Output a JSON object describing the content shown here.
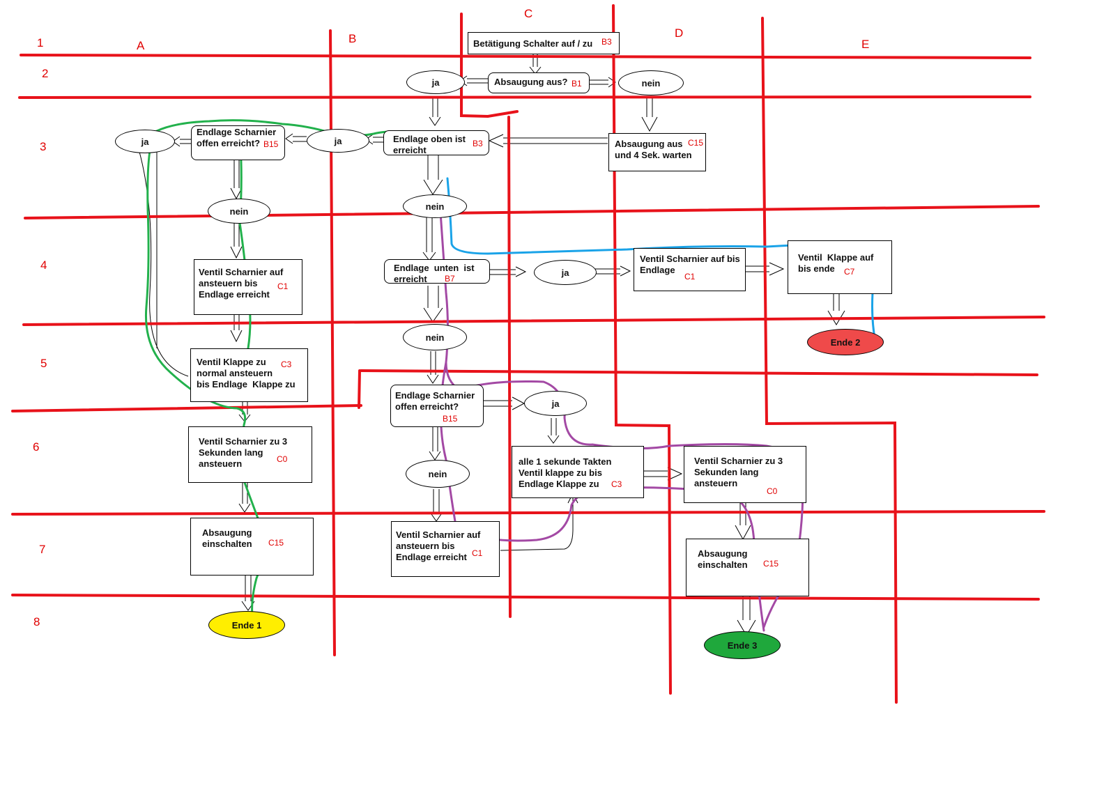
{
  "colors": {
    "grid": "#e8121a",
    "green_path": "#22b14c",
    "blue_path": "#1aa3e8",
    "purple_path": "#a349a4",
    "end1": "#ffee00",
    "end2": "#ef4a4a",
    "end3": "#1fa83c"
  },
  "rows": [
    "1",
    "2",
    "3",
    "4",
    "5",
    "6",
    "7",
    "8"
  ],
  "cols": [
    "A",
    "B",
    "C",
    "D",
    "E"
  ],
  "nodes": {
    "start": {
      "text": "Betätigung Schalter auf / zu",
      "code": "B3"
    },
    "absaug_q": {
      "text": "Absaugung aus?",
      "code": "B1"
    },
    "ja_top": {
      "text": "ja"
    },
    "nein_top": {
      "text": "nein"
    },
    "absaug_aus": {
      "text": "Absaugung aus\nund 4 Sek. warten",
      "code": "C15"
    },
    "endlage_oben": {
      "text": "Endlage oben ist\nerreicht",
      "code": "B3"
    },
    "ja_b3": {
      "text": "ja"
    },
    "scharnier_q_a": {
      "text": "Endlage Scharnier\noffen erreicht?",
      "code": "B15"
    },
    "ja_a3": {
      "text": "ja"
    },
    "nein_a3": {
      "text": "nein"
    },
    "nein_b3": {
      "text": "nein"
    },
    "ventil_auf_a": {
      "text": "Ventil Scharnier auf\nansteuern bis\nEndlage erreicht",
      "code": "C1"
    },
    "endlage_unten": {
      "text": "Endlage  unten  ist\nerreicht",
      "code": "B7"
    },
    "ja_c4": {
      "text": "ja"
    },
    "ventil_auf_d": {
      "text": "Ventil Scharnier auf bis\nEndlage",
      "code": "C1"
    },
    "ventil_klappe_e": {
      "text": "Ventil  Klappe auf\nbis ende",
      "code": "C7"
    },
    "ende2": {
      "text": "Ende  2"
    },
    "nein_b5": {
      "text": "nein"
    },
    "ventil_klappe_a": {
      "text": "Ventil Klappe zu\nnormal ansteuern\nbis Endlage  Klappe zu",
      "code": "C3"
    },
    "scharnier_q_b": {
      "text": "Endlage Scharnier\noffen erreicht?",
      "code": "B15"
    },
    "ja_c5": {
      "text": "ja"
    },
    "ventil_zu_a": {
      "text": "Ventil Scharnier zu 3\nSekunden lang\nansteuern",
      "code": "C0"
    },
    "takten": {
      "text": "alle 1 sekunde Takten\nVentil klappe zu bis\nEndlage Klappe zu",
      "code": "C3"
    },
    "ventil_zu_d": {
      "text": "Ventil Scharnier zu 3\nSekunden lang\nansteuern",
      "code": "C0"
    },
    "nein_b6": {
      "text": "nein"
    },
    "absaug_ein_a": {
      "text": "Absaugung\neinschalten",
      "code": "C15"
    },
    "ventil_auf_b": {
      "text": "Ventil Scharnier auf\nansteuern bis\nEndlage erreicht",
      "code": "C1"
    },
    "absaug_ein_d": {
      "text": "Absaugung\neinschalten",
      "code": "C15"
    },
    "ende1": {
      "text": "Ende 1"
    },
    "ende3": {
      "text": "Ende  3"
    }
  }
}
